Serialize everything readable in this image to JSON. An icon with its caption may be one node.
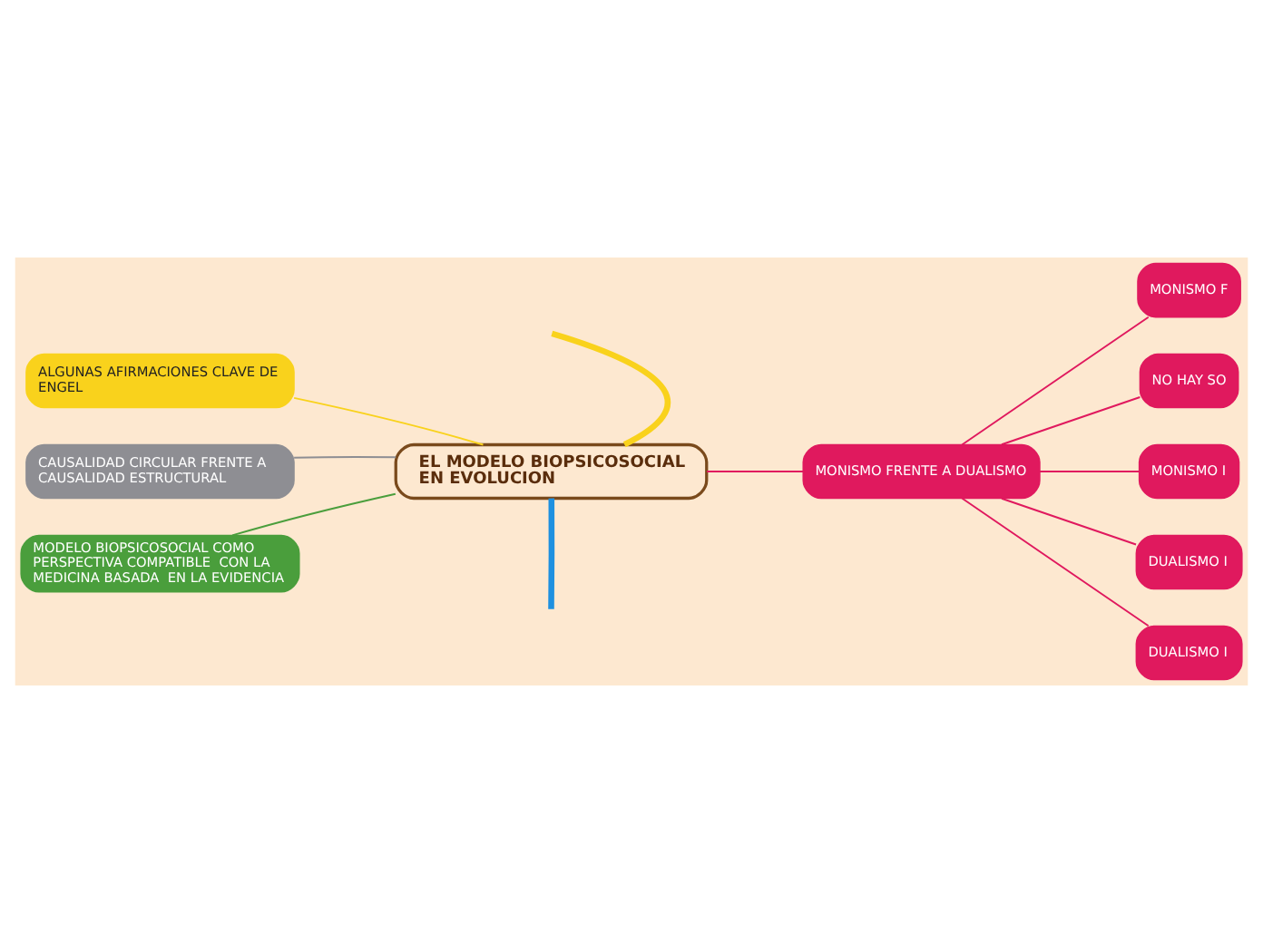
{
  "diagram": {
    "nodes": [
      {
        "text": [
          "EL MODELO BIOPSICOSOCIAL EN EVOLUCION"
        ]
      },
      {
        "text": [
          "ALGUNAS AFIRMACIONES CLAVE DE ENGEL"
        ]
      },
      {
        "text": [
          "CAUSALIDAD CIRCULAR FRENTE A CAUSALIDAD ESTRUCTURAL"
        ]
      },
      {
        "text": [
          "MODELO BIOPSICOSOCIAL COMO PERSPECTIVA COMPATIBLE  CON LA MEDICINA BASADA  EN LA EVIDENCIA"
        ]
      },
      {
        "text": [
          "MONISMO FRENTE A DUALISMO"
        ]
      },
      {
        "text": [
          "MONISMO F"
        ]
      },
      {
        "text": [
          "NO HAY SO"
        ]
      },
      {
        "text": [
          "MONISMO I"
        ]
      },
      {
        "text": [
          "DUALISMO I"
        ]
      },
      {
        "text": [
          "DUALISMO I"
        ]
      }
    ],
    "edges": [
      {
        "from": 0,
        "to": null,
        "arrow": "none",
        "style": "thick",
        "color": "#f9d21c"
      },
      {
        "from": 0,
        "to": 1,
        "arrow": "none",
        "color": "#f9d21c"
      },
      {
        "from": 0,
        "to": 2,
        "arrow": "none",
        "color": "#8e8e93"
      },
      {
        "from": 0,
        "to": 3,
        "arrow": "none",
        "color": "#4a9e3c"
      },
      {
        "from": 0,
        "to": null,
        "arrow": "none",
        "style": "thick",
        "color": "#1e90e0"
      },
      {
        "from": 0,
        "to": 4,
        "arrow": "none"
      },
      {
        "from": 4,
        "to": 5,
        "arrow": "none"
      },
      {
        "from": 4,
        "to": 6,
        "arrow": "none"
      },
      {
        "from": 4,
        "to": 7,
        "arrow": "none"
      },
      {
        "from": 4,
        "to": 8,
        "arrow": "none"
      },
      {
        "from": 4,
        "to": 9,
        "arrow": "none"
      }
    ]
  }
}
